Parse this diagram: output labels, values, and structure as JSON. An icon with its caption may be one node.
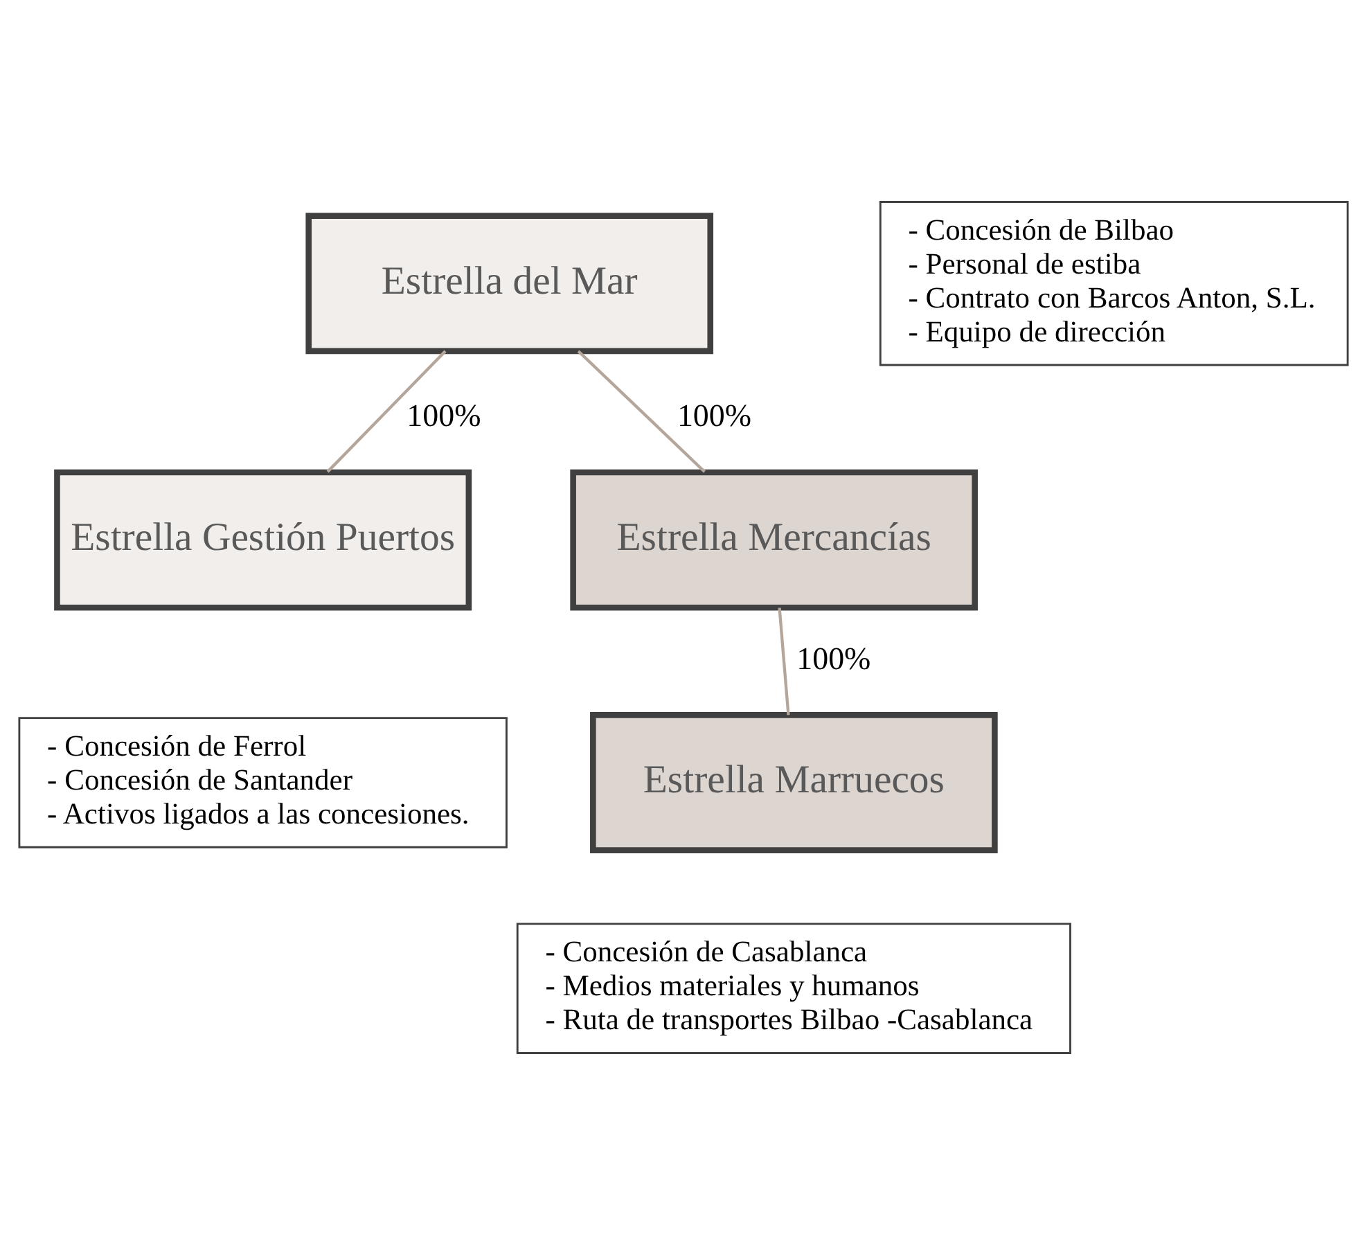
{
  "diagram": {
    "nodes": [
      {
        "text": [
          "Estrella del Mar"
        ]
      },
      {
        "text": [
          "- Concesión de Bilbao",
          "- Personal de estiba",
          "- Contrato con Barcos Anton, S.L.",
          "- Equipo de dirección"
        ]
      },
      {
        "text": [
          "Estrella Gestión Puertos"
        ]
      },
      {
        "text": [
          "Estrella Mercancías"
        ]
      },
      {
        "text": [
          "- Concesión de Ferrol",
          "- Concesión de Santander",
          "- Activos ligados a las concesiones."
        ]
      },
      {
        "text": [
          "Estrella Marruecos"
        ]
      },
      {
        "text": [
          "- Concesión de Casablanca",
          "- Medios materiales y humanos",
          "- Ruta de transportes Bilbao -Casablanca"
        ]
      }
    ],
    "edges": [
      {
        "from": 0,
        "to": 2,
        "arrow": "none",
        "label": "100%"
      },
      {
        "from": 0,
        "to": 3,
        "arrow": "none",
        "label": "100%"
      },
      {
        "from": 3,
        "to": 5,
        "arrow": "none",
        "label": "100%"
      }
    ]
  }
}
